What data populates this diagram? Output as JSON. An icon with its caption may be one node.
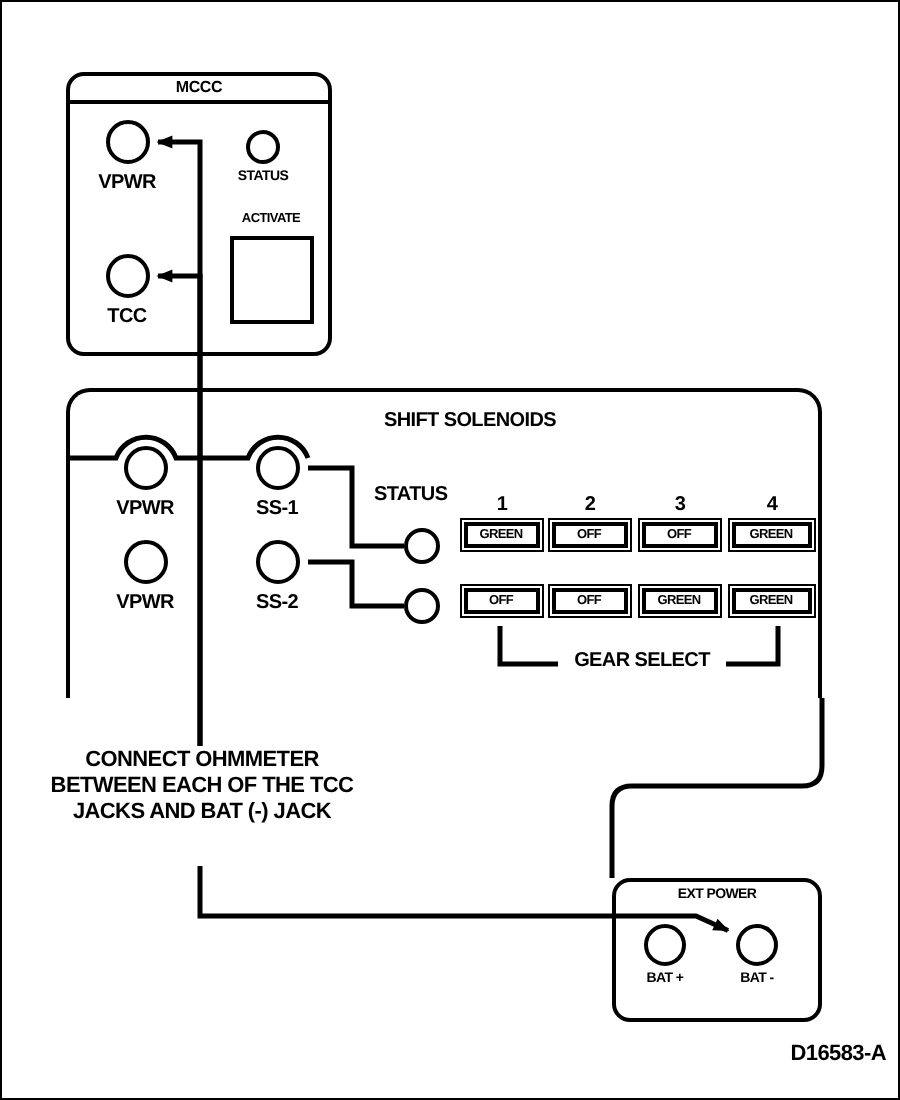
{
  "diagram": {
    "nodes": [
      {
        "text": [
          "MCCC"
        ]
      },
      {
        "text": [
          "VPWR"
        ],
        "in": 0
      },
      {
        "text": [
          "STATUS"
        ],
        "in": 0
      },
      {
        "text": [
          "TCC"
        ],
        "in": 0
      },
      {
        "text": [
          "ACTIVATE"
        ],
        "in": 0
      },
      {
        "text": [
          "SHIFT SOLENOIDS"
        ]
      },
      {
        "text": [
          "VPWR"
        ],
        "in": 5
      },
      {
        "text": [
          "SS-1"
        ],
        "in": 5
      },
      {
        "text": [],
        "shape": "circle",
        "in": 5
      },
      {
        "text": [
          "GREEN"
        ],
        "in": 5
      },
      {
        "text": [
          "OFF"
        ],
        "in": 5
      },
      {
        "text": [
          "OFF"
        ],
        "in": 5
      },
      {
        "text": [
          "GREEN"
        ],
        "in": 5
      },
      {
        "text": [
          "VPWR"
        ],
        "in": 5
      },
      {
        "text": [
          "SS-2"
        ],
        "in": 5
      },
      {
        "text": [],
        "shape": "circle",
        "in": 5
      },
      {
        "text": [
          "OFF"
        ],
        "in": 5
      },
      {
        "text": [
          "OFF"
        ],
        "in": 5
      },
      {
        "text": [
          "GREEN"
        ],
        "in": 5
      },
      {
        "text": [
          "GREEN"
        ],
        "in": 5
      },
      {
        "text": [
          "CONNECT OHMMETER BETWEEN EACH OF THE TCC JACKS AND BAT (-) JACK"
        ]
      },
      {
        "text": [
          "EXT POWER"
        ]
      },
      {
        "text": [
          "BAT +"
        ],
        "in": 21
      },
      {
        "text": [
          "BAT -"
        ],
        "in": 21
      }
    ],
    "edges": [
      {
        "from": 20,
        "to": 1,
        "arrow": "to"
      },
      {
        "from": 20,
        "to": 3,
        "arrow": "to"
      },
      {
        "from": 20,
        "to": 23,
        "arrow": "to"
      },
      {
        "from": 7,
        "to": 8,
        "arrow": "none"
      },
      {
        "from": 14,
        "to": 15,
        "arrow": "none"
      },
      {
        "from": 5,
        "to": 21,
        "arrow": "none"
      }
    ],
    "labels": [
      "STATUS",
      "1",
      "2",
      "3",
      "4",
      "GEAR SELECT",
      "D16583-A"
    ]
  }
}
